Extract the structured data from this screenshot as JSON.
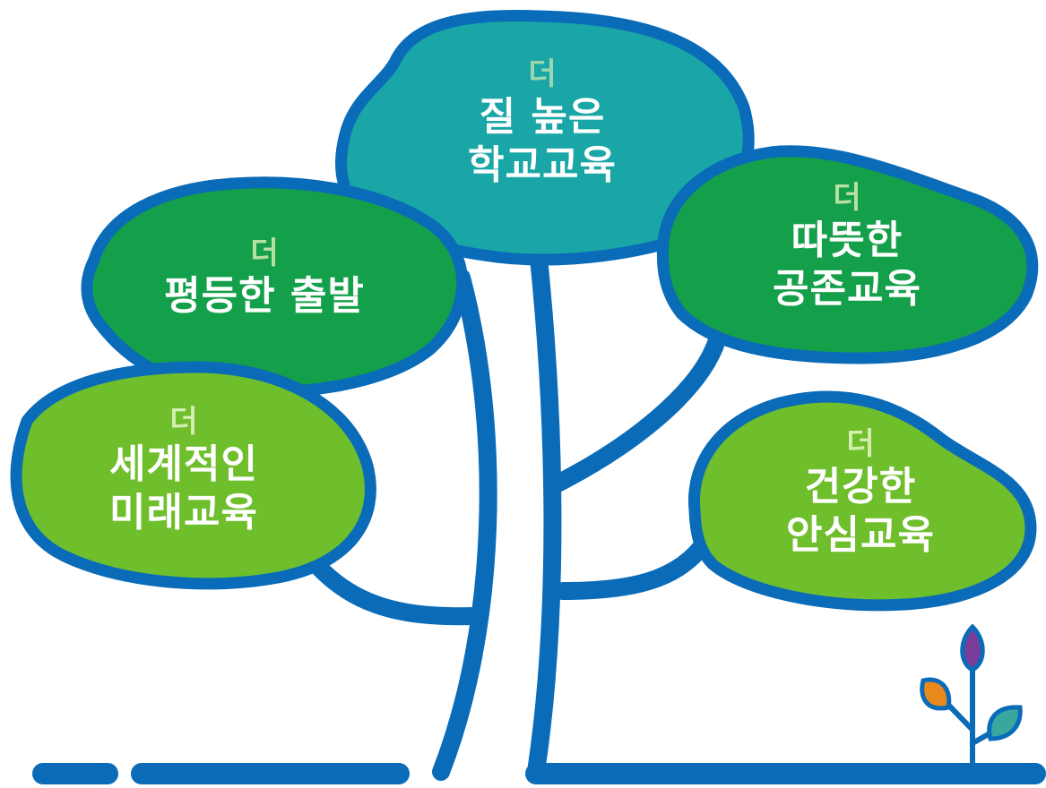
{
  "colors": {
    "outline": "#0a6bb8",
    "teal": "#1aa6a6",
    "green": "#14a04a",
    "lime": "#6fbe2c",
    "prefix_light": "#b9e0a0",
    "prefix_teal": "#9ad7b0",
    "leaf_purple": "#7a3e9a",
    "leaf_orange": "#e8891c",
    "leaf_teal": "#3aa79f"
  },
  "clouds": {
    "top": {
      "prefix": "더",
      "line1": "질 높은",
      "line2": "학교교육"
    },
    "left": {
      "prefix": "더",
      "line1": "평등한 출발"
    },
    "right": {
      "prefix": "더",
      "line1": "따뜻한",
      "line2": "공존교육"
    },
    "bottom_left": {
      "prefix": "더",
      "line1": "세계적인",
      "line2": "미래교육"
    },
    "bottom_right": {
      "prefix": "더",
      "line1": "건강한",
      "line2": "안심교육"
    }
  },
  "icons": {
    "sprout": "sprout-icon"
  }
}
